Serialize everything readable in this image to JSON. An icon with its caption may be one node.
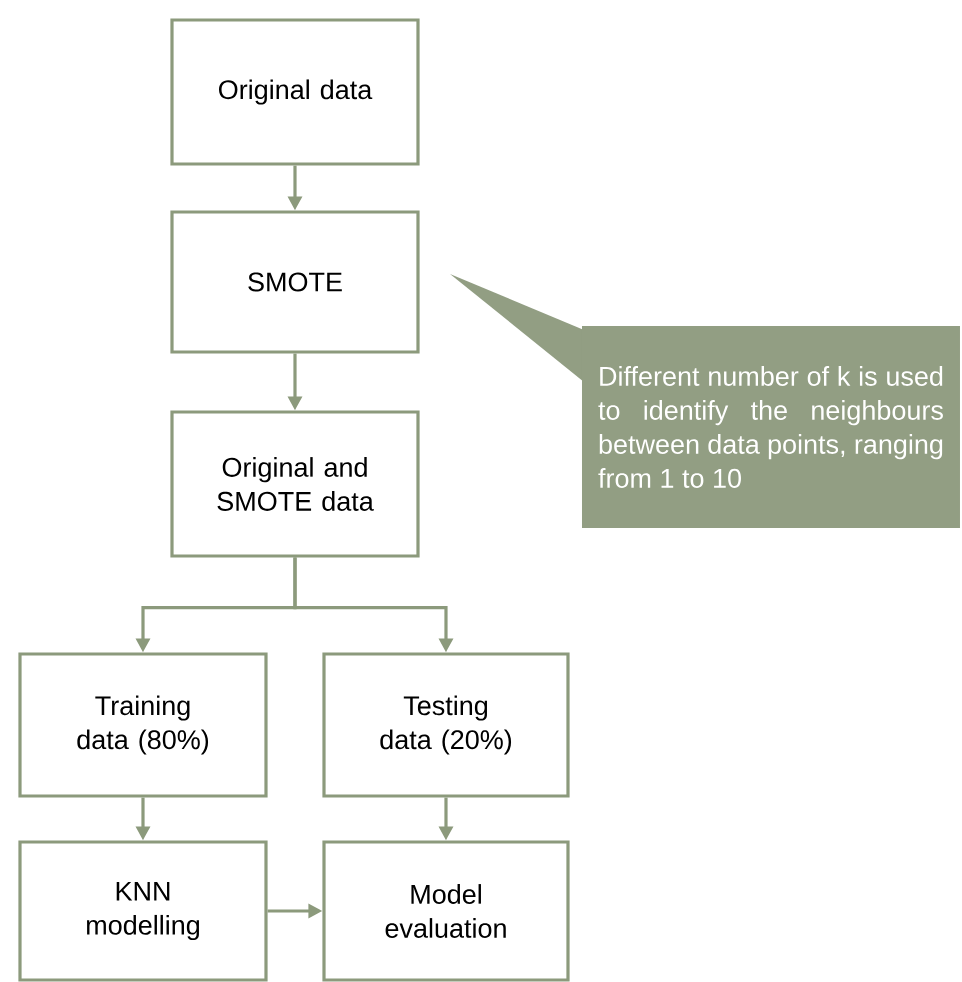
{
  "diagram": {
    "nodes": [
      {
        "text": [
          "Original data"
        ]
      },
      {
        "text": [
          "SMOTE"
        ]
      },
      {
        "text": [
          "Original and SMOTE data"
        ]
      },
      {
        "text": [
          "Training data (80%)"
        ]
      },
      {
        "text": [
          "Testing data (20%)"
        ]
      },
      {
        "text": [
          "KNN modelling"
        ]
      },
      {
        "text": [
          "Model evaluation"
        ]
      },
      {
        "text": [
          "Different number of k is used to identify the neighbours between data points, ranging from 1 to 10"
        ]
      }
    ],
    "edges": [
      {
        "from": 0,
        "to": 1,
        "arrow": "to"
      },
      {
        "from": 1,
        "to": 2,
        "arrow": "to"
      },
      {
        "from": 2,
        "to": 3,
        "arrow": "to"
      },
      {
        "from": 2,
        "to": 4,
        "arrow": "to"
      },
      {
        "from": 3,
        "to": 5,
        "arrow": "to"
      },
      {
        "from": 4,
        "to": 6,
        "arrow": "to"
      },
      {
        "from": 5,
        "to": 6,
        "arrow": "to"
      }
    ]
  }
}
